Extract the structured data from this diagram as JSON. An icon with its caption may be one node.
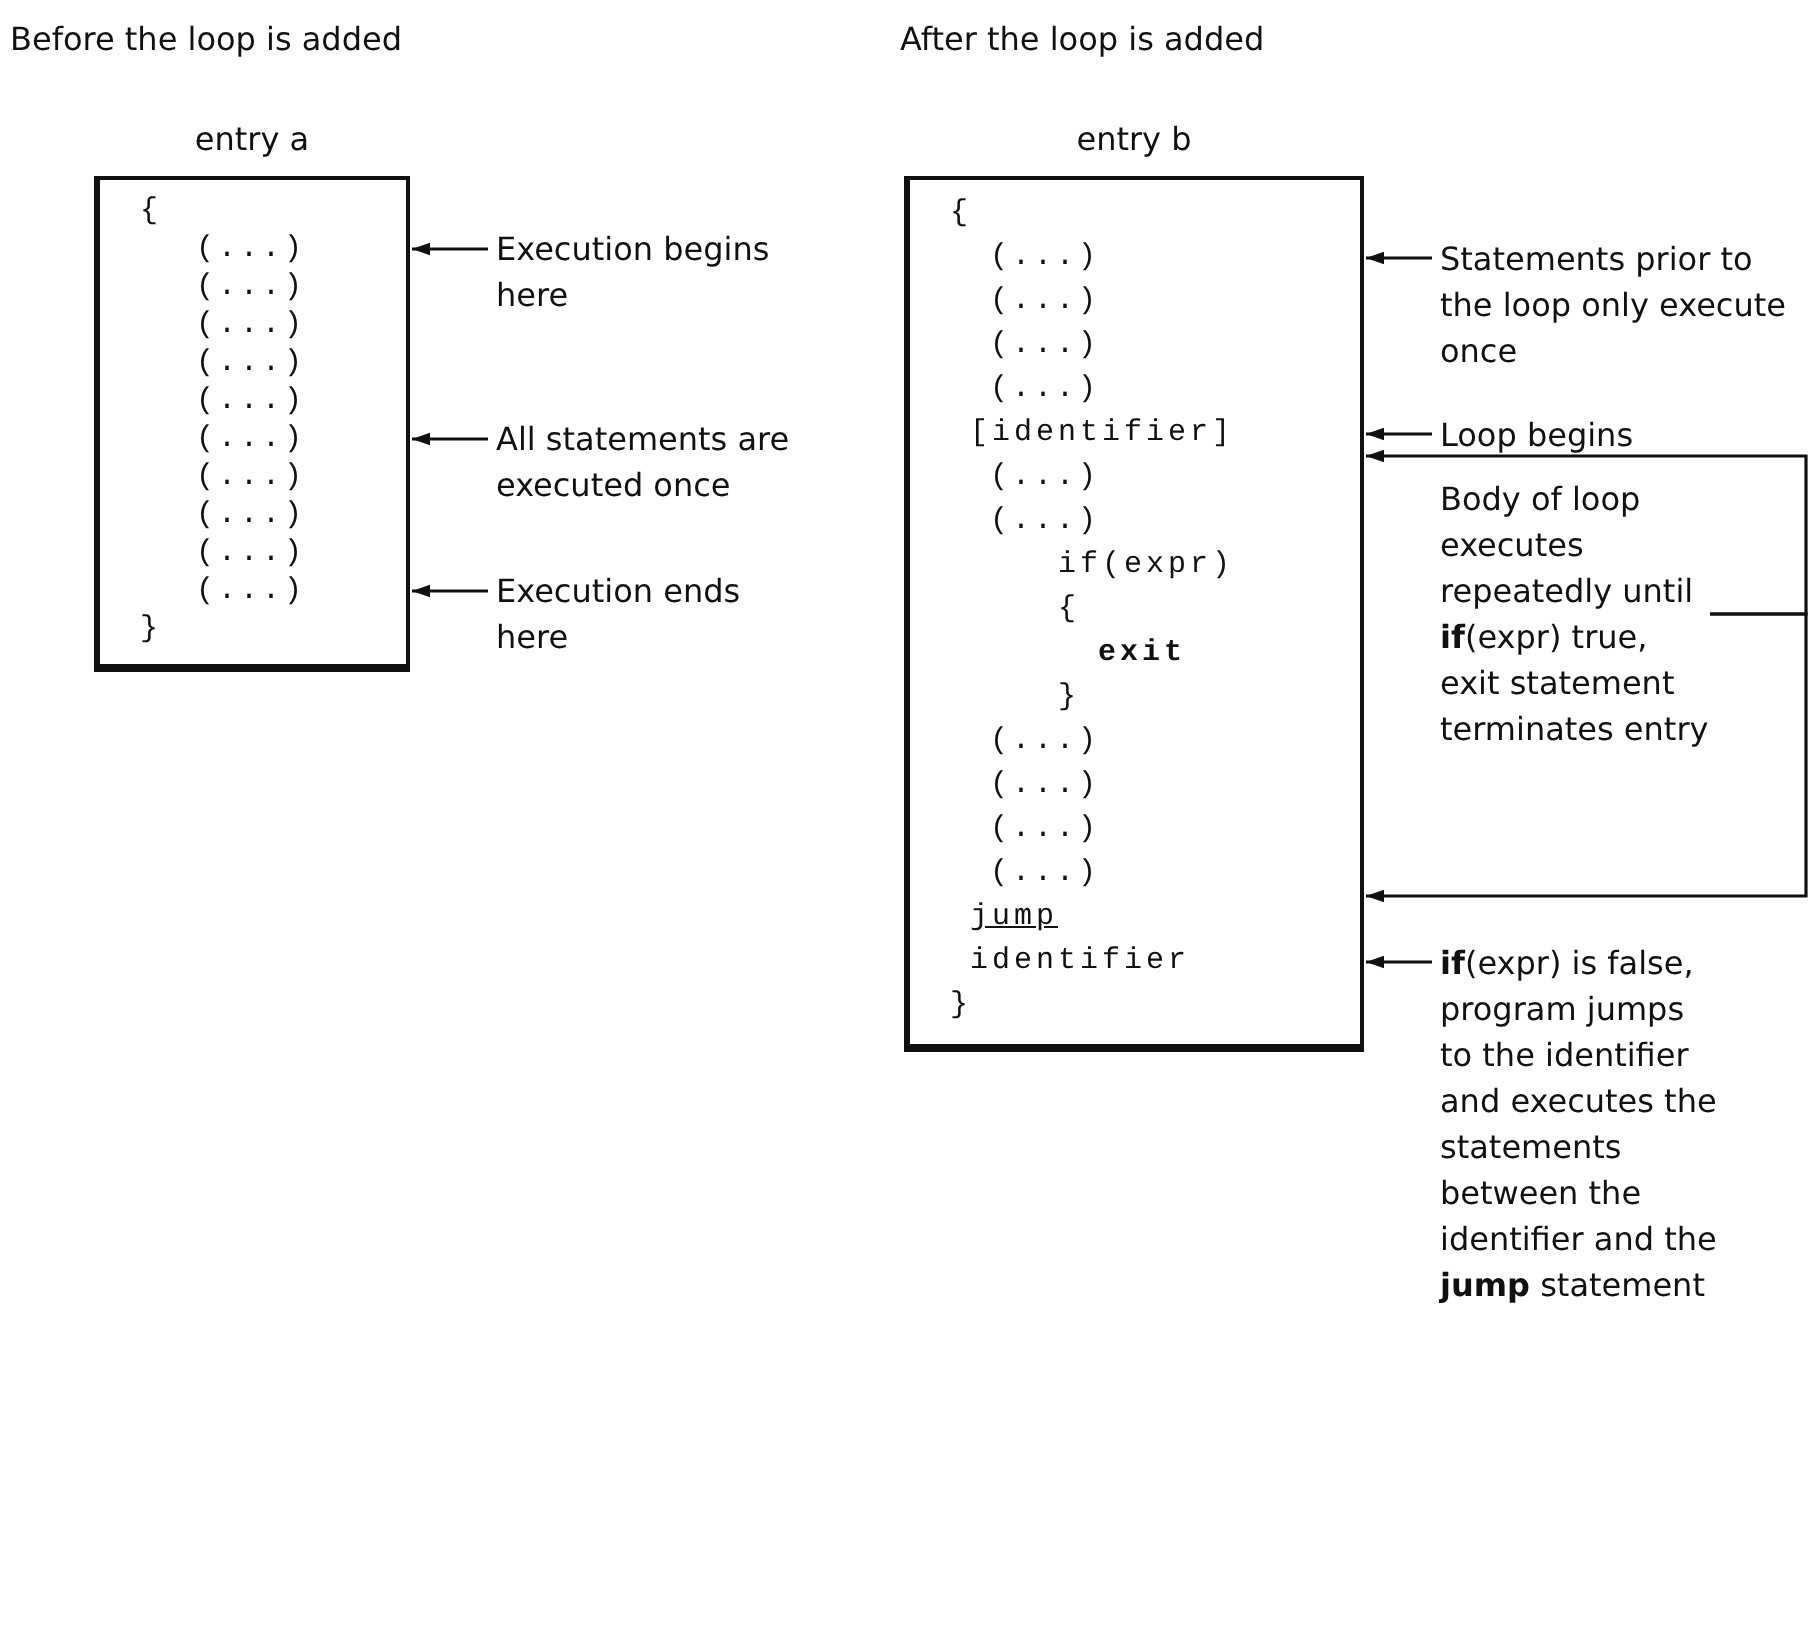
{
  "diagram": {
    "nodes": [
      {
        "text": [
          "entry a",
          "{",
          "(...)",
          "(...)",
          "(...)",
          "(...)",
          "(...)",
          "(...)",
          "(...)",
          "(...)",
          "(...)",
          "(...)",
          "}"
        ]
      },
      {
        "text": [
          "Execution begins here"
        ]
      },
      {
        "text": [
          "All statements are executed once"
        ]
      },
      {
        "text": [
          "Execution ends here"
        ]
      },
      {
        "text": [
          "entry b",
          "{",
          "(...)",
          "(...)",
          "(...)",
          "(...)",
          "[identifier]",
          "(...)",
          "(...)",
          "if(expr)",
          "{",
          "exit",
          "}",
          "(...)",
          "(...)",
          "(...)",
          "(...)",
          "jump",
          "identifier",
          "}"
        ]
      },
      {
        "text": [
          "Statements prior to the loop only execute once"
        ]
      },
      {
        "text": [
          "Loop begins"
        ]
      },
      {
        "text": [
          "Body of loop executes repeatedly until **if**(expr) true, exit statement terminates entry"
        ]
      },
      {
        "text": [
          "**if**(expr) is false, program jumps to the identifier and executes the statements between the identifier and the **jump** statement"
        ]
      }
    ],
    "edges": [
      {
        "from": 1,
        "to": 0,
        "arrow": "to"
      },
      {
        "from": 2,
        "to": 0,
        "arrow": "to"
      },
      {
        "from": 3,
        "to": 0,
        "arrow": "to"
      },
      {
        "from": 5,
        "to": 4,
        "arrow": "to"
      },
      {
        "from": 6,
        "to": 4,
        "arrow": "to"
      },
      {
        "from": 7,
        "to": 4,
        "arrow": "to"
      },
      {
        "from": 7,
        "to": 4,
        "arrow": "to"
      },
      {
        "from": 8,
        "to": 4,
        "arrow": "to"
      }
    ],
    "labels": [
      "Before the loop is added",
      "After the loop is added"
    ]
  }
}
